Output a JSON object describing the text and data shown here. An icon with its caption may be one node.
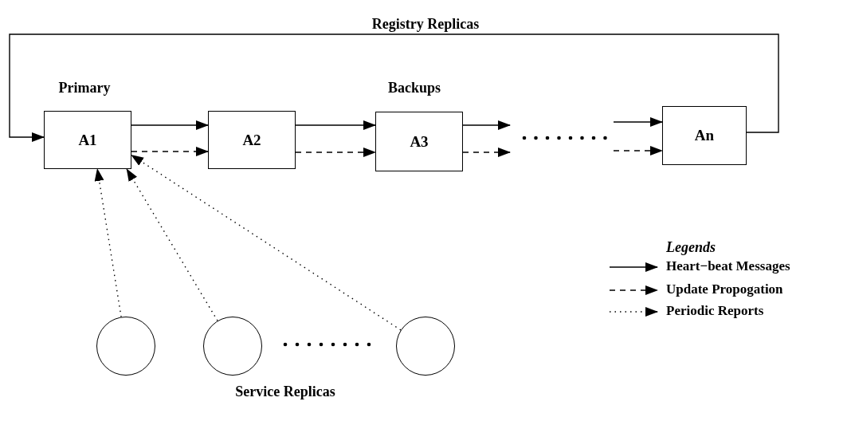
{
  "diagram": {
    "title": "Registry Replicas",
    "nodes": [
      {
        "text": [
          "A1"
        ],
        "beside": [
          "Primary"
        ]
      },
      {
        "text": [
          "A2"
        ]
      },
      {
        "text": [
          "A3"
        ],
        "beside": [
          "Backups"
        ]
      },
      {
        "text": [
          "An"
        ]
      },
      {
        "text": [],
        "shape": "circle"
      },
      {
        "text": [],
        "shape": "circle"
      },
      {
        "text": [],
        "shape": "circle"
      }
    ],
    "edges": [
      {
        "from": 0,
        "to": 1,
        "arrow": "to"
      },
      {
        "from": 0,
        "to": 1,
        "arrow": "to",
        "style": "dashed"
      },
      {
        "from": 1,
        "to": 2,
        "arrow": "to"
      },
      {
        "from": 1,
        "to": 2,
        "arrow": "to",
        "style": "dashed"
      },
      {
        "from": 2,
        "to": null,
        "arrow": "to"
      },
      {
        "from": 2,
        "to": null,
        "arrow": "to",
        "style": "dashed"
      },
      {
        "from": null,
        "to": 3,
        "arrow": "to"
      },
      {
        "from": null,
        "to": 3,
        "arrow": "to",
        "style": "dashed"
      },
      {
        "from": 3,
        "to": 0,
        "arrow": "to"
      },
      {
        "from": 4,
        "to": 0,
        "arrow": "to",
        "style": "dashed"
      },
      {
        "from": 5,
        "to": 0,
        "arrow": "to",
        "style": "dashed"
      },
      {
        "from": 6,
        "to": 0,
        "arrow": "to",
        "style": "dashed"
      }
    ],
    "labels": [
      "Legends",
      "Service Replicas"
    ],
    "legend": [
      {
        "text": "Heart−beat Messages"
      },
      {
        "text": "Update Propogation"
      },
      {
        "text": "Periodic Reports"
      }
    ]
  }
}
